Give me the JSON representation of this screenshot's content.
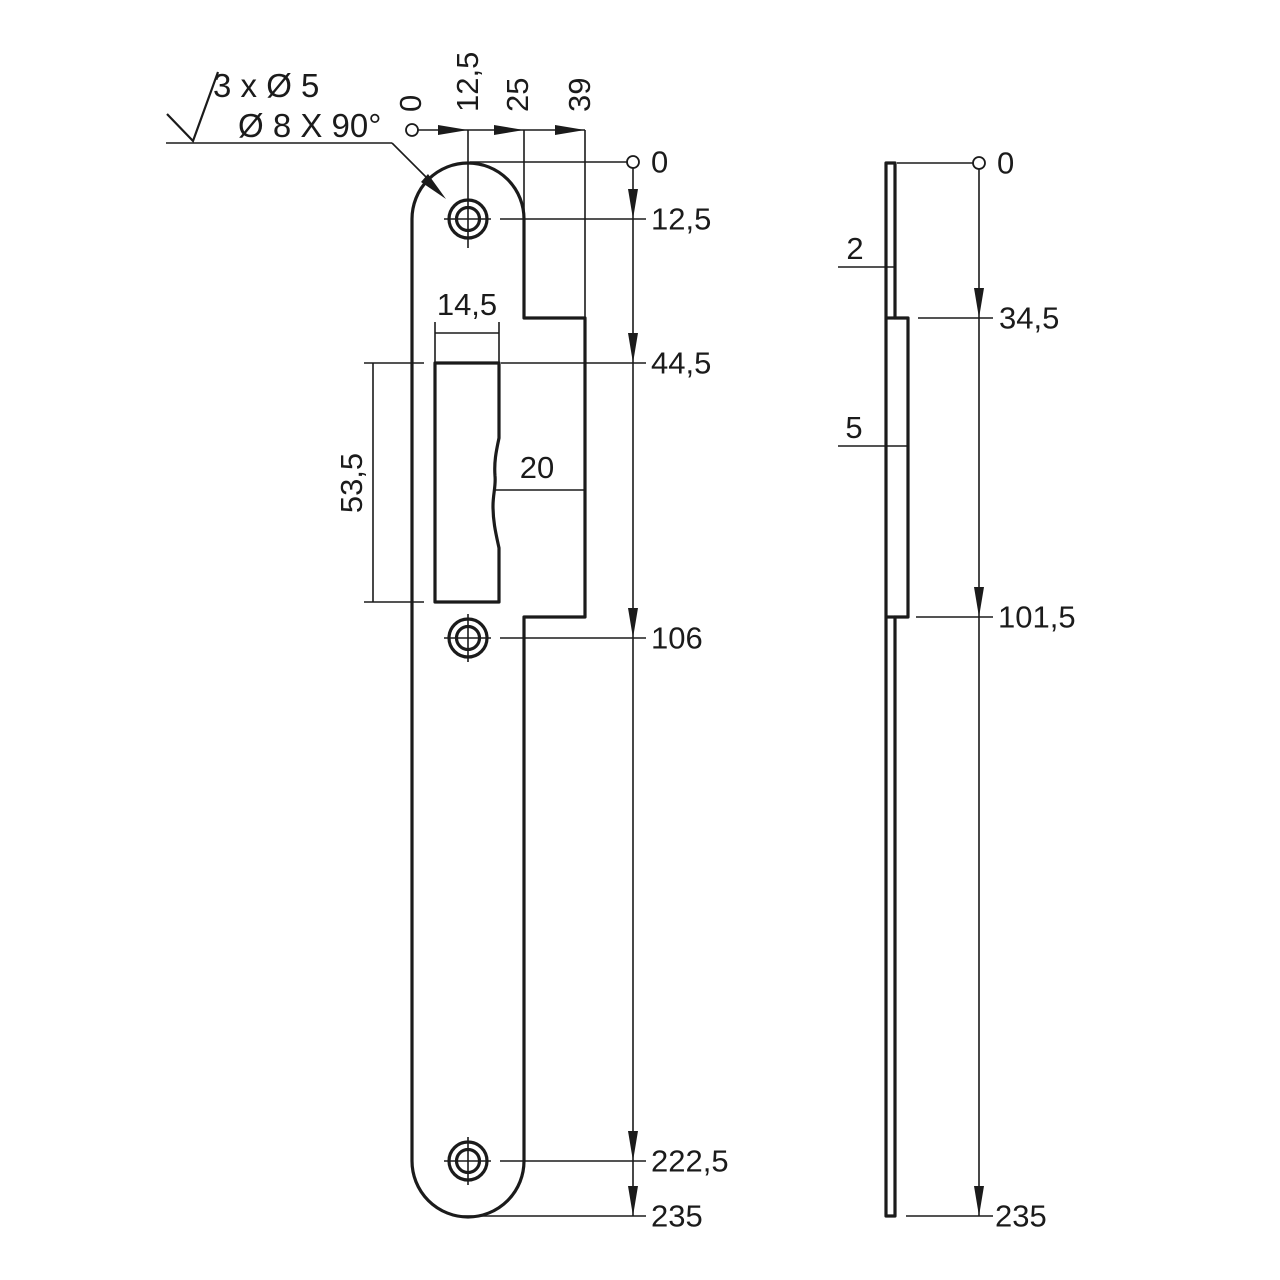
{
  "colors": {
    "ink": "#1b1b1b",
    "background": "#ffffff"
  },
  "callout": {
    "quantity_hole_note": "3 x Ø 5",
    "countersink_note": "Ø 8 X 90°"
  },
  "front_view": {
    "top_ordinates": [
      "0",
      "12,5",
      "25",
      "39"
    ],
    "right_ordinates": [
      "0",
      "12,5",
      "44,5",
      "106",
      "222,5",
      "235"
    ],
    "cutout_width": "14,5",
    "cutout_height": "53,5",
    "latch_clearance": "20"
  },
  "side_view": {
    "base_thickness": "2",
    "total_thickness": "5",
    "right_ordinates": [
      "0",
      "34,5",
      "101,5",
      "235"
    ]
  }
}
